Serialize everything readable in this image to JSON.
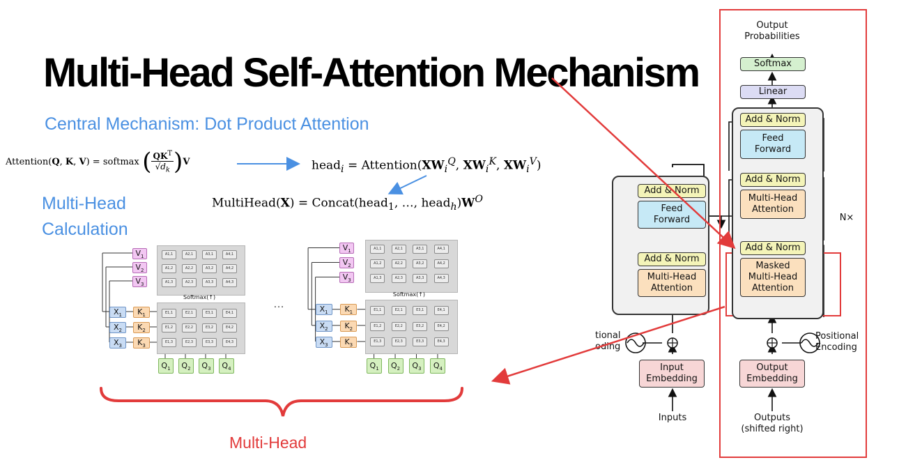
{
  "slide": {
    "title": "Multi-Head Self-Attention Mechanism",
    "subtitle": "Central Mechanism: Dot Product Attention",
    "multihead_calc_line1": "Multi-Head",
    "multihead_calc_line2": "Calculation",
    "brace_label": "Multi-Head",
    "ellipsis": "…"
  },
  "colors": {
    "accent_blue": "#4a90e2",
    "annotation_red": "#e23b3b"
  },
  "heads": [
    {
      "v": [
        "V1",
        "V2",
        "V3"
      ],
      "x": [
        "X1",
        "X2",
        "X3"
      ],
      "k": [
        "K1",
        "K2",
        "K3"
      ],
      "q": [
        "Q1",
        "Q2",
        "Q3",
        "Q4"
      ],
      "softmax": "Softmax(↑)",
      "a_rows": [
        [
          "A1,1",
          "A2,1",
          "A3,1",
          "A4,1"
        ],
        [
          "A1,2",
          "A2,2",
          "A3,2",
          "A4,2"
        ],
        [
          "A1,3",
          "A2,3",
          "A3,3",
          "A4,3"
        ]
      ],
      "e_rows": [
        [
          "E1,1",
          "E2,1",
          "E3,1",
          "E4,1"
        ],
        [
          "E1,2",
          "E2,2",
          "E3,2",
          "E4,2"
        ],
        [
          "E1,3",
          "E2,3",
          "E3,3",
          "E4,3"
        ]
      ]
    },
    {
      "v": [
        "V1",
        "V2",
        "V3"
      ],
      "x": [
        "X1",
        "X2",
        "X3"
      ],
      "k": [
        "K1",
        "K2",
        "K3"
      ],
      "q": [
        "Q1",
        "Q2",
        "Q3",
        "Q4"
      ],
      "softmax": "Softmax(↑)",
      "a_rows": [
        [
          "A1,1",
          "A2,1",
          "A3,1",
          "A4,1"
        ],
        [
          "A1,2",
          "A2,2",
          "A3,2",
          "A4,2"
        ],
        [
          "A1,3",
          "A2,3",
          "A3,3",
          "A4,3"
        ]
      ],
      "e_rows": [
        [
          "E1,1",
          "E2,1",
          "E3,1",
          "E4,1"
        ],
        [
          "E1,2",
          "E2,2",
          "E3,2",
          "E4,2"
        ],
        [
          "E1,3",
          "E2,3",
          "E3,3",
          "E4,3"
        ]
      ]
    }
  ],
  "transformer": {
    "output_probabilities": "Output\nProbabilities",
    "softmax": "Softmax",
    "linear": "Linear",
    "add_norm": "Add & Norm",
    "feed_forward": "Feed\nForward",
    "multi_head_attention": "Multi-Head\nAttention",
    "masked_multi_head_attention": "Masked\nMulti-Head\nAttention",
    "nx": "N×",
    "input_embedding": "Input\nEmbedding",
    "output_embedding": "Output\nEmbedding",
    "positional_encoding_left": "tional\noding",
    "positional_encoding_right": "Positional\nEncoding",
    "inputs": "Inputs",
    "outputs": "Outputs\n(shifted right)"
  }
}
